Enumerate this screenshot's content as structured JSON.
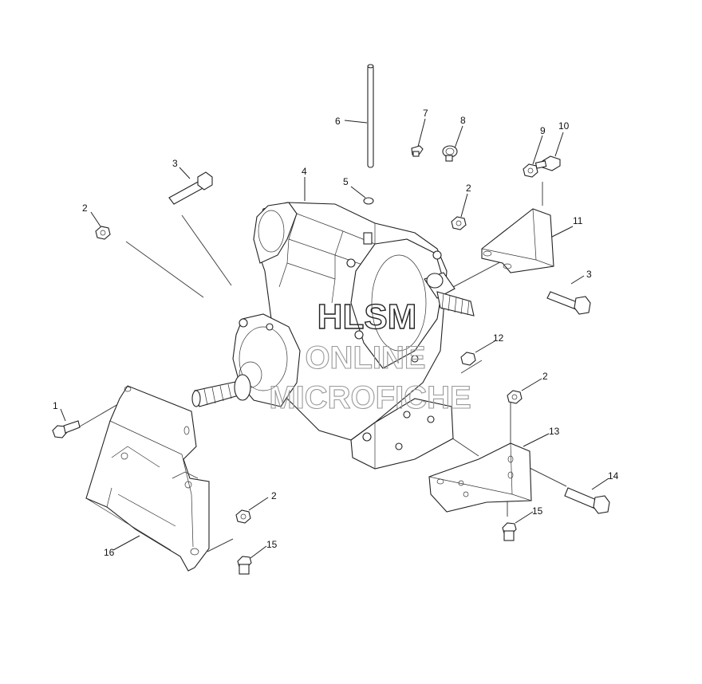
{
  "callouts": [
    {
      "id": "c1",
      "label": "1"
    },
    {
      "id": "c2a",
      "label": "2"
    },
    {
      "id": "c2b",
      "label": "2"
    },
    {
      "id": "c2c",
      "label": "2"
    },
    {
      "id": "c2d",
      "label": "2"
    },
    {
      "id": "c3a",
      "label": "3"
    },
    {
      "id": "c3b",
      "label": "3"
    },
    {
      "id": "c4",
      "label": "4"
    },
    {
      "id": "c5",
      "label": "5"
    },
    {
      "id": "c6",
      "label": "6"
    },
    {
      "id": "c7",
      "label": "7"
    },
    {
      "id": "c8",
      "label": "8"
    },
    {
      "id": "c9",
      "label": "9"
    },
    {
      "id": "c10",
      "label": "10"
    },
    {
      "id": "c11",
      "label": "11"
    },
    {
      "id": "c12",
      "label": "12"
    },
    {
      "id": "c13",
      "label": "13"
    },
    {
      "id": "c14",
      "label": "14"
    },
    {
      "id": "c15a",
      "label": "15"
    },
    {
      "id": "c15b",
      "label": "15"
    },
    {
      "id": "c16",
      "label": "16"
    }
  ],
  "watermark": {
    "line1": "HLSM",
    "line2": "ONLINE",
    "line3": "MICROFICHE"
  }
}
